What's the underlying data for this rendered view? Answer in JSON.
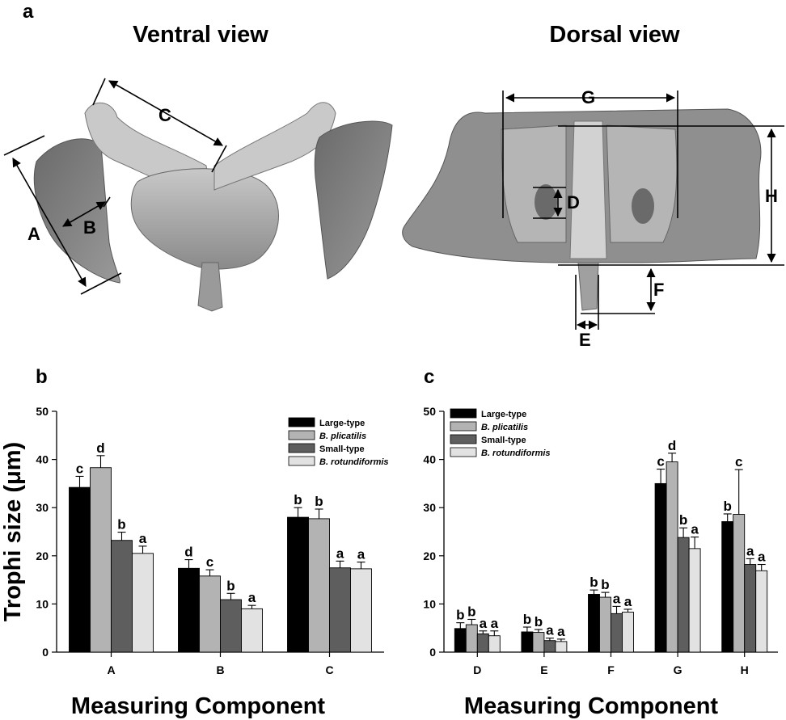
{
  "panel_a": {
    "label": "a",
    "ventral_title": "Ventral view",
    "dorsal_title": "Dorsal view",
    "ventral_measures": [
      "A",
      "B",
      "C"
    ],
    "dorsal_measures": [
      "D",
      "E",
      "F",
      "G",
      "H"
    ]
  },
  "colors": {
    "large_type": "#000000",
    "b_plicatilis": "#b3b3b3",
    "small_type": "#5e5e5e",
    "b_rotundiformis": "#e2e2e2",
    "specimen_gray": "#8a8a8a"
  },
  "shared": {
    "ylabel": "Trophi size (μm)",
    "xlabel": "Measuring Component",
    "yticks": [
      "0",
      "10",
      "20",
      "30",
      "40",
      "50"
    ]
  },
  "chart_data": [
    {
      "panel": "b",
      "type": "bar",
      "categories": [
        "A",
        "B",
        "C"
      ],
      "ylim": [
        0,
        50
      ],
      "legend_position": "top-right",
      "series": [
        {
          "name": "Large-type",
          "italic": false,
          "color": "#000000",
          "values": [
            34.2,
            17.4,
            28.0
          ],
          "errors": [
            2.3,
            1.8,
            2.0
          ],
          "letters": [
            "c",
            "d",
            "b"
          ]
        },
        {
          "name": "B. plicatilis",
          "italic": true,
          "color": "#b3b3b3",
          "values": [
            38.3,
            15.8,
            27.7
          ],
          "errors": [
            2.5,
            1.3,
            2.0
          ],
          "letters": [
            "d",
            "c",
            "b"
          ]
        },
        {
          "name": "Small-type",
          "italic": false,
          "color": "#5e5e5e",
          "values": [
            23.2,
            10.9,
            17.5
          ],
          "errors": [
            1.7,
            1.3,
            1.4
          ],
          "letters": [
            "b",
            "b",
            "a"
          ]
        },
        {
          "name": "B. rotundiformis",
          "italic": true,
          "color": "#e2e2e2",
          "values": [
            20.5,
            9.0,
            17.3
          ],
          "errors": [
            1.5,
            0.7,
            1.4
          ],
          "letters": [
            "a",
            "a",
            "a"
          ]
        }
      ]
    },
    {
      "panel": "c",
      "type": "bar",
      "categories": [
        "D",
        "E",
        "F",
        "G",
        "H"
      ],
      "ylim": [
        0,
        50
      ],
      "legend_position": "top-left",
      "series": [
        {
          "name": "Large-type",
          "italic": false,
          "color": "#000000",
          "values": [
            4.9,
            4.2,
            12.0,
            35.0,
            27.1
          ],
          "errors": [
            1.2,
            1.0,
            0.9,
            3.0,
            1.6
          ],
          "letters": [
            "b",
            "b",
            "b",
            "c",
            "b"
          ]
        },
        {
          "name": "B. plicatilis",
          "italic": true,
          "color": "#b3b3b3",
          "values": [
            5.7,
            4.1,
            11.4,
            39.5,
            28.6
          ],
          "errors": [
            1.1,
            0.6,
            1.0,
            1.8,
            9.3
          ],
          "letters": [
            "b",
            "b",
            "b",
            "d",
            "c"
          ]
        },
        {
          "name": "Small-type",
          "italic": false,
          "color": "#5e5e5e",
          "values": [
            3.8,
            2.4,
            8.0,
            23.8,
            18.2
          ],
          "errors": [
            0.6,
            0.5,
            1.5,
            2.0,
            1.2
          ],
          "letters": [
            "a",
            "a",
            "a",
            "b",
            "a"
          ]
        },
        {
          "name": "B. rotundiformis",
          "italic": true,
          "color": "#e2e2e2",
          "values": [
            3.4,
            2.2,
            8.3,
            21.5,
            16.9
          ],
          "errors": [
            1.0,
            0.5,
            0.6,
            2.4,
            1.3
          ],
          "letters": [
            "a",
            "a",
            "a",
            "a",
            "a"
          ]
        }
      ]
    }
  ]
}
